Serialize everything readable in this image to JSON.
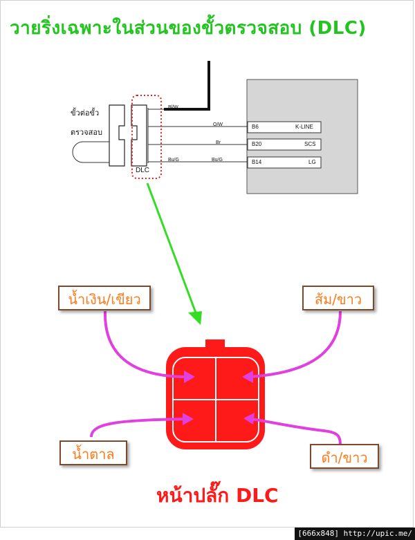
{
  "title": "วายริ่งเฉพาะในส่วนของขั้วตรวจสอบ (DLC)",
  "schematic": {
    "connector_label_line1": "ขั้วต่อขั้ว",
    "connector_label_line2": "ตรวจสอบ",
    "dlc_label": "DLC",
    "wires": [
      {
        "left_color": "Bl/W",
        "mid_color": "",
        "pin": "",
        "signal": ""
      },
      {
        "left_color": "",
        "mid_color": "O/W",
        "pin": "B6",
        "signal": "K-LINE"
      },
      {
        "left_color": "",
        "mid_color": "Br",
        "pin": "B20",
        "signal": "SCS"
      },
      {
        "left_color": "Bu/G",
        "mid_color": "Bu/G",
        "pin": "B14",
        "signal": "LG"
      }
    ]
  },
  "wire_colors": {
    "top_left": "น้ำเงิน/เขียว",
    "top_right": "ส้ม/ขาว",
    "bottom_left": "น้ำตาล",
    "bottom_right": "ดำ/ขาว"
  },
  "caption": "หน้าปลั๊ก DLC",
  "footer": "[666x848] http://upic.me/",
  "colors": {
    "title": "#22c41f",
    "arrow_green": "#33dd22",
    "arrow_magenta": "#e040e0",
    "plug_red": "#ff1a1a",
    "box_text": "#ff7a1a"
  }
}
